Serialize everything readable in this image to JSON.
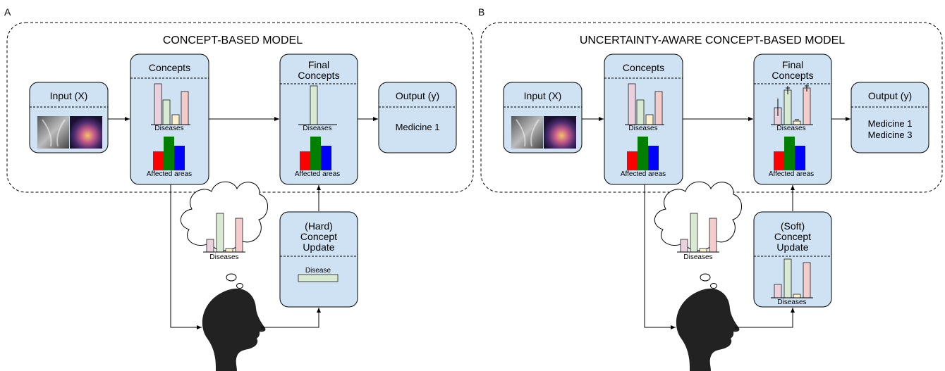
{
  "panels": [
    {
      "letter": "A",
      "title": "CONCEPT-BASED MODEL",
      "input_label": "Input (X)",
      "concepts_label": "Concepts",
      "diseases_label": "Diseases",
      "affected_label": "Affected areas",
      "final_line1": "Final",
      "final_line2": "Concepts",
      "output_label": "Output (y)",
      "output_values": [
        "Medicine 1"
      ],
      "thought_label": "Diseases",
      "update_line1": "(Hard)",
      "update_line2": "Concept",
      "update_line3": "Update",
      "update_content_label": "Disease"
    },
    {
      "letter": "B",
      "title": "UNCERTAINTY-AWARE CONCEPT-BASED MODEL",
      "input_label": "Input (X)",
      "concepts_label": "Concepts",
      "diseases_label": "Diseases",
      "affected_label": "Affected areas",
      "final_line1": "Final",
      "final_line2": "Concepts",
      "output_label": "Output (y)",
      "output_values": [
        "Medicine 1",
        "Medicine 3"
      ],
      "thought_label": "Diseases",
      "update_line1": "(Soft)",
      "update_line2": "Concept",
      "update_line3": "Update",
      "update_content_label": "Diseases"
    }
  ],
  "colors": {
    "box_fill": "#cfe2f3",
    "disease_bars": [
      "#ead1dc",
      "#d9ead3",
      "#fff2cc",
      "#f4cccc"
    ],
    "area_bars": [
      "#ff0000",
      "#008000",
      "#0000ff"
    ],
    "head": "#222222"
  }
}
